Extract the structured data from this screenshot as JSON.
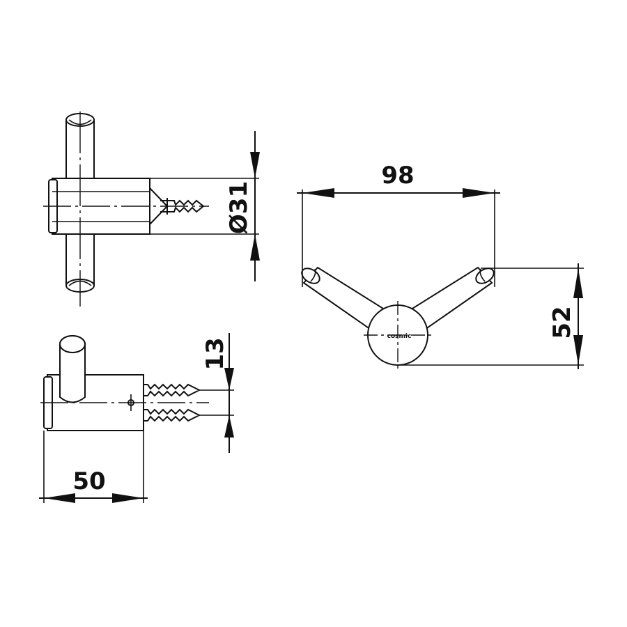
{
  "dimensions": {
    "diameter": "Ø31",
    "width_top": "98",
    "height_right": "52",
    "spacing": "13",
    "depth": "50"
  },
  "brand_mark": "cosmic"
}
